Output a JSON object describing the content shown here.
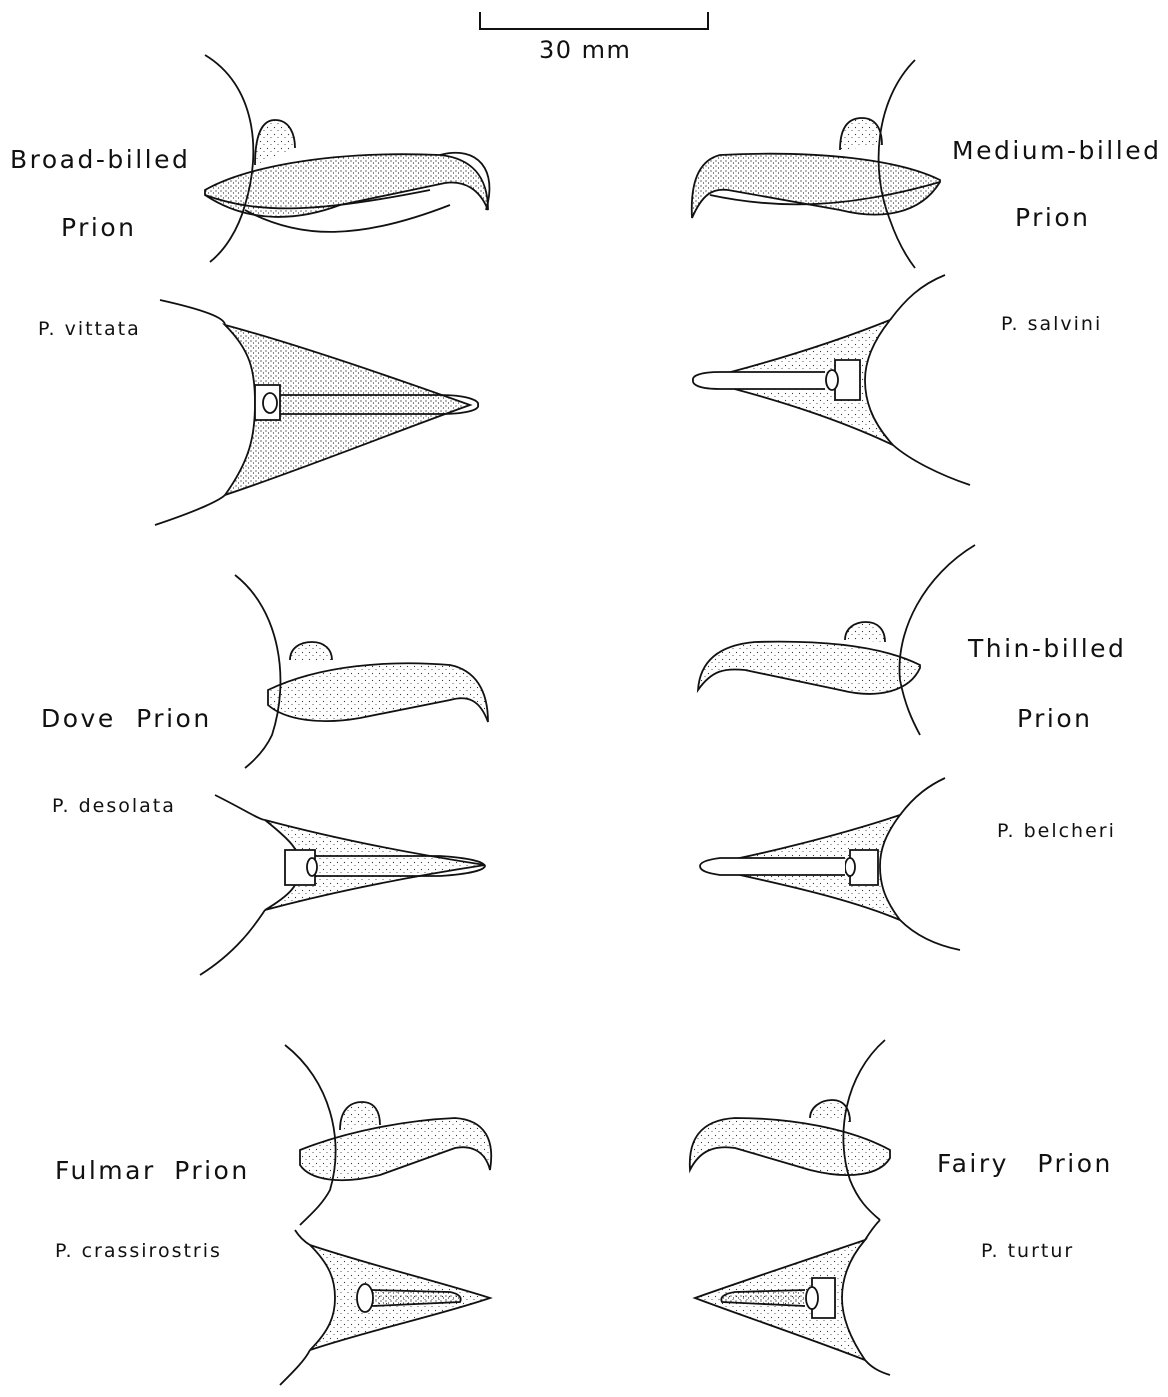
{
  "scale_bar": {
    "label": "30 mm"
  },
  "species": [
    {
      "common_line1": "Broad-billed",
      "common_line2": "Prion",
      "scientific": "P. vittata"
    },
    {
      "common_line1": "Medium-billed",
      "common_line2": "Prion",
      "scientific": "P. salvini"
    },
    {
      "common_line1": "Dove Prion",
      "common_line2": "",
      "scientific": "P. desolata"
    },
    {
      "common_line1": "Thin-billed",
      "common_line2": "Prion",
      "scientific": "P. belcheri"
    },
    {
      "common_line1": "Fulmar Prion",
      "common_line2": "",
      "scientific": "P. crassirostris"
    },
    {
      "common_line1": "Fairy Prion",
      "common_line2": "",
      "scientific": "P. turtur"
    }
  ]
}
